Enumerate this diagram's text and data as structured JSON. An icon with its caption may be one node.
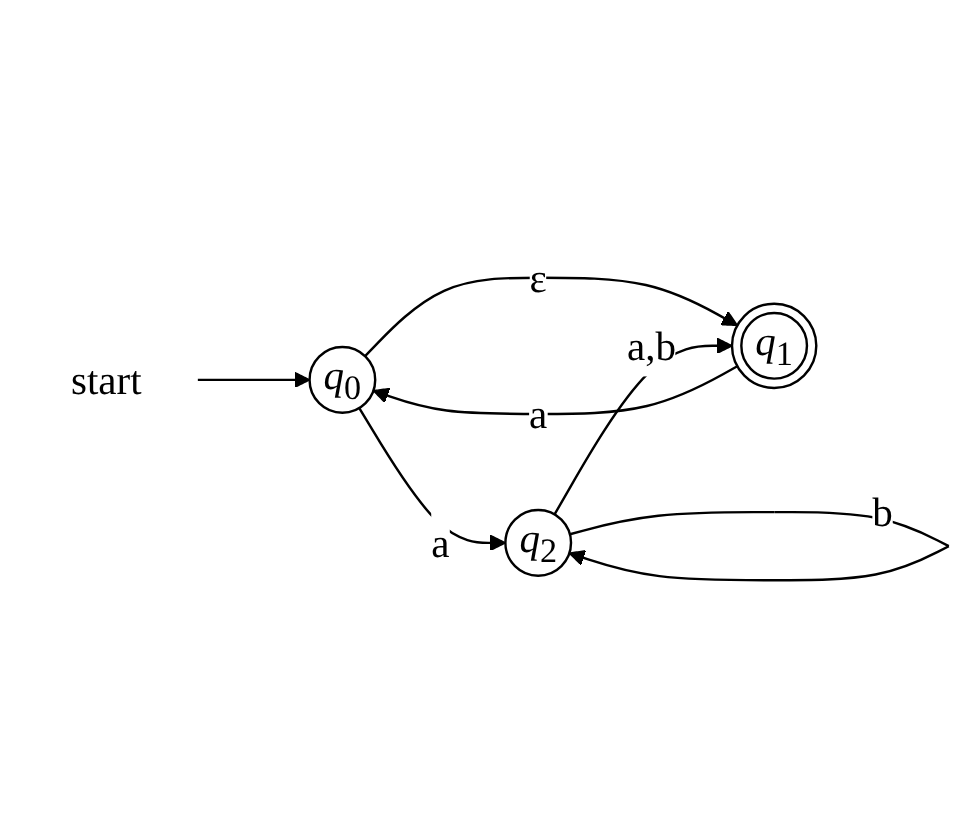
{
  "diagram": {
    "nodes": [
      {
        "text": [
          "start"
        ]
      },
      {
        "text": [
          "q$_{0}$"
        ]
      },
      {
        "text": [
          "q$_{1}$"
        ]
      },
      {
        "text": [
          "q$_{2}$"
        ]
      }
    ],
    "edges": [
      {
        "from": 0,
        "to": 1,
        "arrow": "to"
      },
      {
        "from": 1,
        "to": 2,
        "arrow": "to",
        "label": "ε"
      },
      {
        "from": 2,
        "to": 1,
        "arrow": "to",
        "label": "a"
      },
      {
        "from": 1,
        "to": 3,
        "arrow": "to",
        "label": "a"
      },
      {
        "from": 3,
        "to": 2,
        "arrow": "to",
        "label": "a,b"
      },
      {
        "from": 3,
        "to": 3,
        "arrow": "to",
        "label": "b"
      }
    ]
  }
}
